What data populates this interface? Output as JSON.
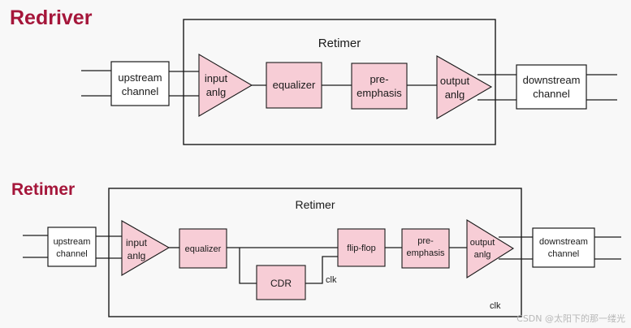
{
  "section_titles": {
    "redriver": "Redriver",
    "retimer": "Retimer"
  },
  "colors": {
    "title": "#a5163a",
    "block_fill": "#f7cdd6",
    "line": "#1a1a1a"
  },
  "redriver": {
    "frame_title": "Retimer",
    "upstream": [
      "upstream",
      "channel"
    ],
    "input": [
      "input",
      "anlg"
    ],
    "equalizer": "equalizer",
    "preemphasis": [
      "pre-",
      "emphasis"
    ],
    "output": [
      "output",
      "anlg"
    ],
    "downstream": [
      "downstream",
      "channel"
    ]
  },
  "retimer": {
    "frame_title": "Retimer",
    "upstream": [
      "upstream",
      "channel"
    ],
    "input": [
      "input",
      "anlg"
    ],
    "equalizer": "equalizer",
    "cdr": "CDR",
    "clk_cdr": "clk",
    "flipflop": "flip-flop",
    "preemphasis": [
      "pre-",
      "emphasis"
    ],
    "output": [
      "output",
      "anlg"
    ],
    "downstream": [
      "downstream",
      "channel"
    ],
    "clk_bottom": "clk"
  },
  "watermark": "CSDN @太阳下的那一缕光"
}
